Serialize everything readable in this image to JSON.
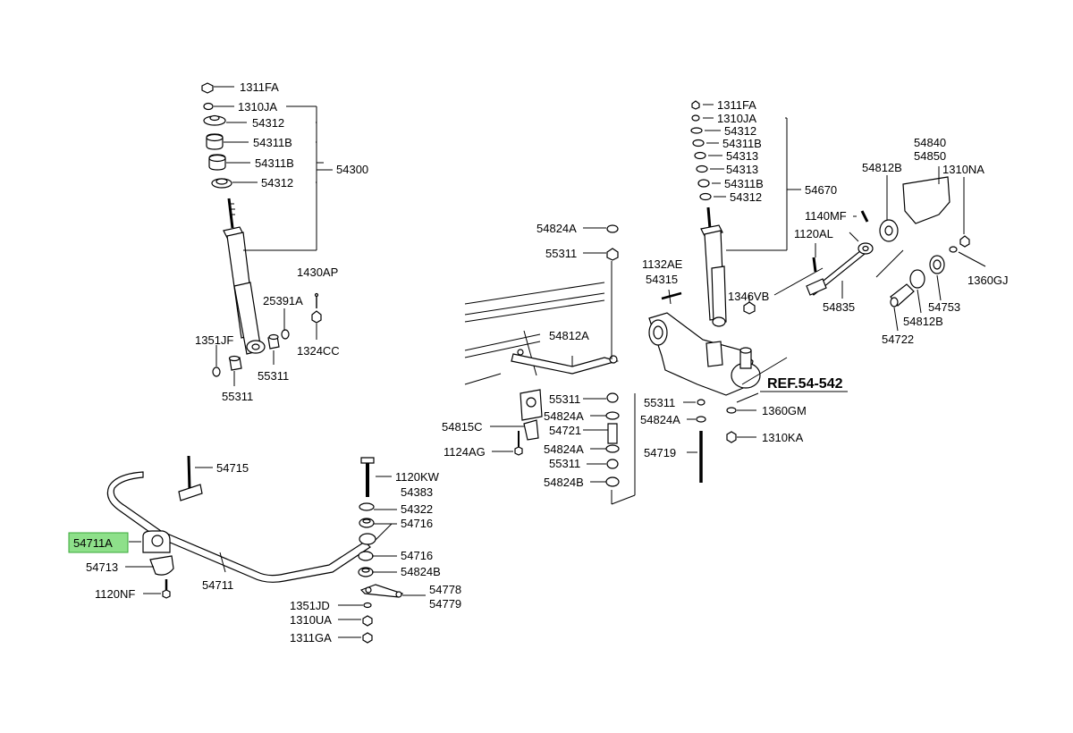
{
  "highlight_color": "#8ee08a",
  "callouts": {
    "c_1311FA_l": "1311FA",
    "c_1310JA_l": "1310JA",
    "c_54312_a": "54312",
    "c_54311B_a": "54311B",
    "c_54311B_b": "54311B",
    "c_54312_b": "54312",
    "c_54300": "54300",
    "c_1430AP": "1430AP",
    "c_25391A": "25391A",
    "c_1324CC": "1324CC",
    "c_1351JF": "1351JF",
    "c_55311_a": "55311",
    "c_55311_b": "55311",
    "c_54715": "54715",
    "c_1120KW": "1120KW",
    "c_54383": "54383",
    "c_54322": "54322",
    "c_54716_a": "54716",
    "c_54711A": "54711A",
    "c_54713": "54713",
    "c_54711": "54711",
    "c_54716_b": "54716",
    "c_54824B_a": "54824B",
    "c_54778": "54778",
    "c_54779": "54779",
    "c_1120NF": "1120NF",
    "c_1351JD": "1351JD",
    "c_1310UA": "1310UA",
    "c_1311GA": "1311GA",
    "c_54824A_a": "54824A",
    "c_55311_c": "55311",
    "c_54812A": "54812A",
    "c_55311_d": "55311",
    "c_54824A_b": "54824A",
    "c_54721": "54721",
    "c_54824A_c": "54824A",
    "c_55311_e": "55311",
    "c_54824B_b": "54824B",
    "c_54815C": "54815C",
    "c_1124AG": "1124AG",
    "c_1311FA_r": "1311FA",
    "c_1310JA_r": "1310JA",
    "c_54312_c": "54312",
    "c_54311B_c": "54311B",
    "c_54313_a": "54313",
    "c_54313_b": "54313",
    "c_54311B_d": "54311B",
    "c_54312_d": "54312",
    "c_54670": "54670",
    "c_1132AE": "1132AE",
    "c_54315": "54315",
    "c_1346VB": "1346VB",
    "c_55311_f": "55311",
    "c_54824A_d": "54824A",
    "c_54719": "54719",
    "c_1360GM": "1360GM",
    "c_1310KA": "1310KA",
    "c_1140MF": "1140MF",
    "c_1120AL": "1120AL",
    "c_54835": "54835",
    "c_54812B_a": "54812B",
    "c_54840": "54840",
    "c_54850": "54850",
    "c_1310NA": "1310NA",
    "c_1360GJ": "1360GJ",
    "c_54753": "54753",
    "c_54812B_b": "54812B",
    "c_54722": "54722"
  },
  "ref_label": "REF.54-542"
}
